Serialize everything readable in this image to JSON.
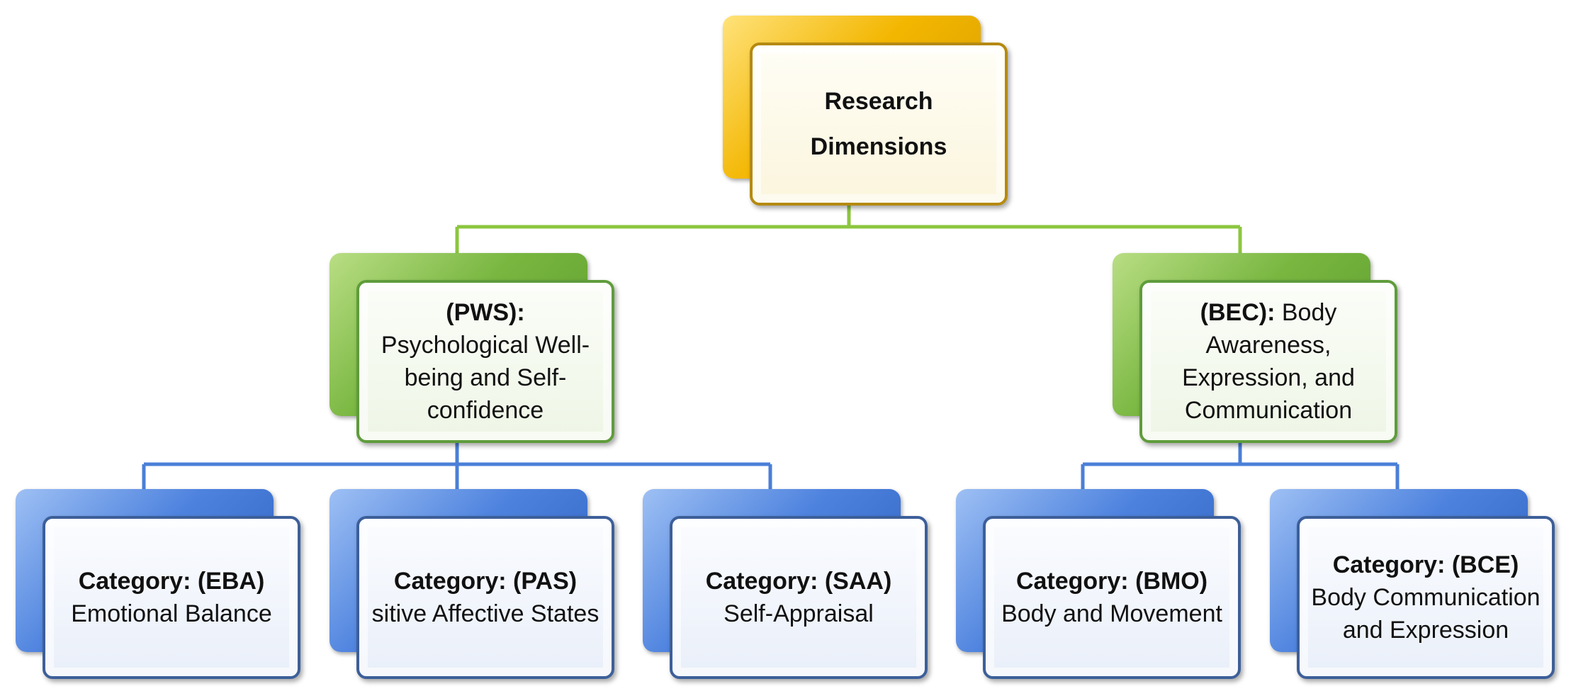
{
  "root": {
    "title": "Research Dimensions"
  },
  "dimensions": [
    {
      "code": "(PWS):",
      "name": "Psychological Well-being and Self-confidence"
    },
    {
      "code": "(BEC):",
      "name": "Body Awareness, Expression, and Communication"
    }
  ],
  "categories": [
    {
      "code": "Category: (EBA)",
      "name": "Emotional Balance"
    },
    {
      "code": "Category: (PAS)",
      "name": "sitive Affective States"
    },
    {
      "code": "Category: (SAA)",
      "name": "Self-Appraisal"
    },
    {
      "code": "Category: (BMO)",
      "name": "Body and Movement"
    },
    {
      "code": "Category: (BCE)",
      "name": "Body Communication and Expression"
    }
  ],
  "colors": {
    "root_accent": "#f3b600",
    "dimension_accent": "#78b640",
    "category_accent": "#4d82de",
    "root_connector": "#8cc63f",
    "category_connector": "#4a7fd8"
  }
}
